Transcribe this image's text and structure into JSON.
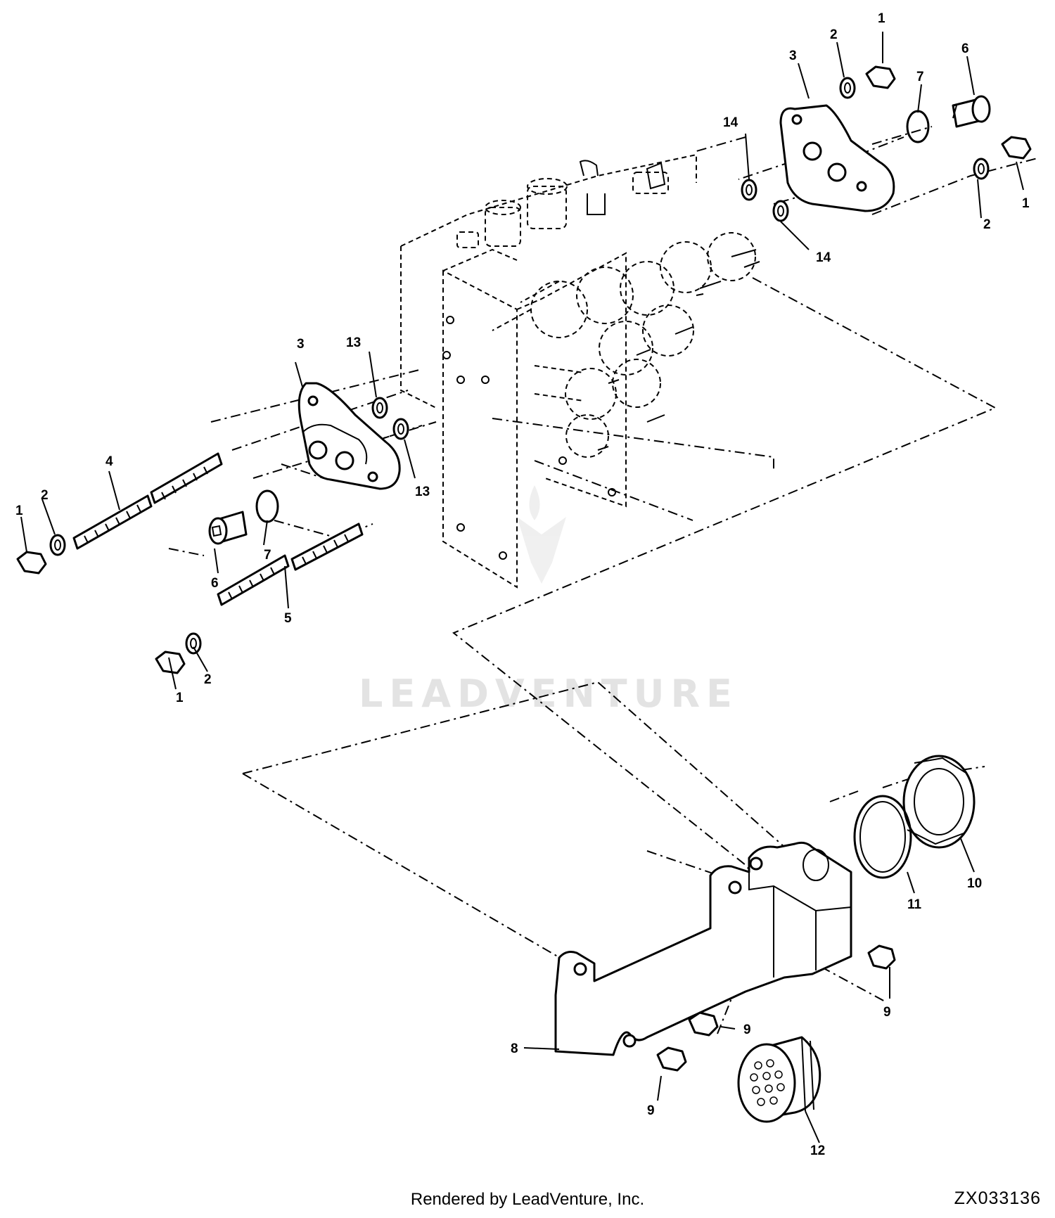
{
  "callouts": {
    "c1a": "1",
    "c2a": "2",
    "c3a": "3",
    "c6a": "6",
    "c7a": "7",
    "c1b": "1",
    "c2b": "2",
    "c14a": "14",
    "c14b": "14",
    "c3b": "3",
    "c13a": "13",
    "c13b": "13",
    "c4": "4",
    "c2c": "2",
    "c1c": "1",
    "c7b": "7",
    "c6b": "6",
    "c5": "5",
    "c2d": "2",
    "c1d": "1",
    "c8": "8",
    "c9a": "9",
    "c9b": "9",
    "c9c": "9",
    "c10": "10",
    "c11": "11",
    "c12": "12"
  },
  "watermark": "LEADVENTURE",
  "footer": {
    "credit": "Rendered by LeadVenture, Inc.",
    "code": "ZX033136"
  }
}
